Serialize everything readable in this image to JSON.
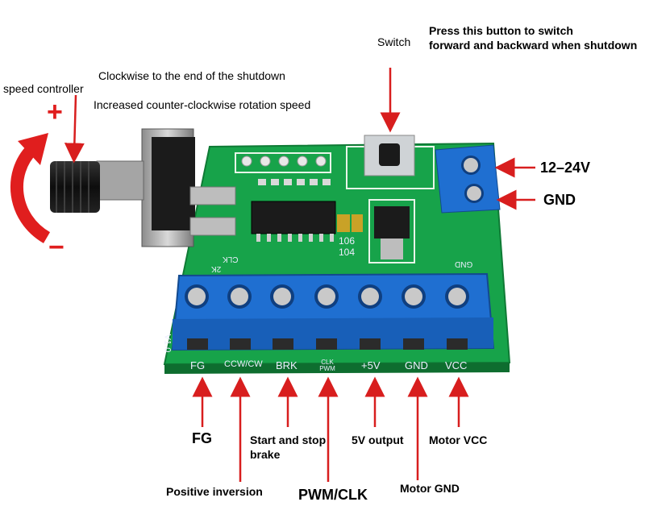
{
  "colors": {
    "board": "#17a34a",
    "terminal_blue": "#1f6fd1",
    "arrow_red": "#d81e1e"
  },
  "top_labels": {
    "switch": "Switch",
    "switch_note_line1": "Press this button to switch",
    "switch_note_line2": "forward and backward when shutdown",
    "clockwise": "Clockwise to the end of the shutdown",
    "counter_clockwise": "Increased counter-clockwise rotation speed",
    "speed_controller": "speed controller",
    "plus": "+",
    "minus": "−"
  },
  "right_labels": {
    "power": "12–24V",
    "gnd": "GND"
  },
  "board_silkscreen": {
    "pins": [
      "FG",
      "CCW/CW",
      "BRK",
      "CLK PWM",
      "+5V",
      "GND",
      "VCC"
    ],
    "version": "V1.0",
    "gnd_top": "GND",
    "cap1": "106",
    "cap2": "104",
    "clk": "CLK",
    "r2k": "2K"
  },
  "bottom_labels": {
    "fg": "FG",
    "positive_inversion": "Positive inversion",
    "start_stop_line1": "Start and stop",
    "start_stop_line2": "brake",
    "pwm_clk": "PWM/CLK",
    "five_v": "5V output",
    "motor_gnd": "Motor GND",
    "motor_vcc": "Motor VCC"
  }
}
